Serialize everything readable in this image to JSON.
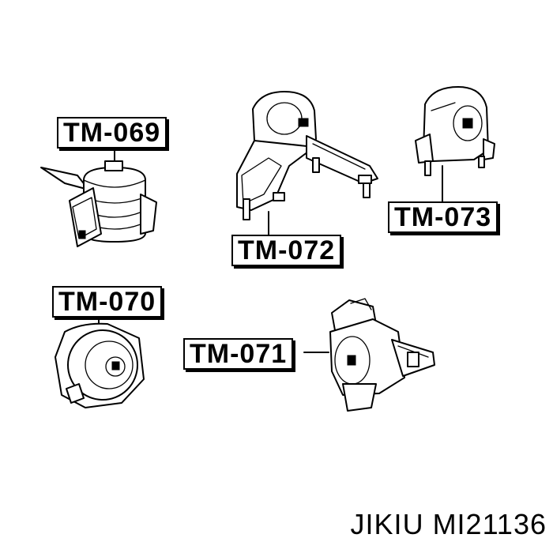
{
  "diagram": {
    "parts": [
      {
        "id": "tm-069",
        "label": "TM-069"
      },
      {
        "id": "tm-072",
        "label": "TM-072"
      },
      {
        "id": "tm-073",
        "label": "TM-073"
      },
      {
        "id": "tm-070",
        "label": "TM-070"
      },
      {
        "id": "tm-071",
        "label": "TM-071"
      }
    ],
    "caption": "JIKIU MI21136"
  },
  "colors": {
    "line": "#000000",
    "background": "#ffffff"
  }
}
